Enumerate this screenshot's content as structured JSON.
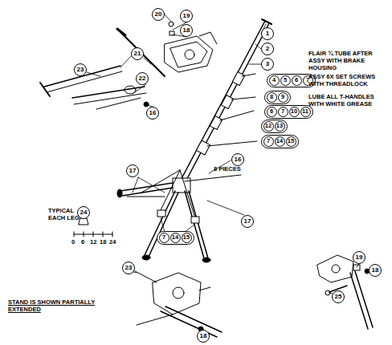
{
  "diagram": {
    "nodes": [
      {
        "text": [
          "20"
        ]
      },
      {
        "text": [
          "19"
        ]
      },
      {
        "text": [
          "1"
        ]
      },
      {
        "text": [
          "18"
        ]
      },
      {
        "text": [
          "2"
        ]
      },
      {
        "text": [
          "21"
        ]
      },
      {
        "text": [
          "3"
        ]
      },
      {
        "text": [
          "23"
        ]
      },
      {
        "text": [
          "22"
        ]
      },
      {
        "text": [
          "4",
          "5",
          "6",
          "7"
        ]
      },
      {
        "text": [
          "8",
          "9"
        ]
      },
      {
        "text": [
          "6",
          "7",
          "10",
          "11"
        ]
      },
      {
        "text": [
          "16"
        ]
      },
      {
        "text": [
          "12",
          "13"
        ]
      },
      {
        "text": [
          "7",
          "14",
          "15"
        ]
      },
      {
        "text": [
          "16"
        ]
      },
      {
        "text": [
          "17"
        ]
      },
      {
        "text": [
          "24"
        ]
      },
      {
        "text": [
          "17"
        ]
      },
      {
        "text": [
          "7",
          "14",
          "15"
        ]
      },
      {
        "text": [
          "19"
        ]
      },
      {
        "text": [
          "23"
        ]
      },
      {
        "text": [
          "18"
        ]
      },
      {
        "text": [
          "25"
        ]
      },
      {
        "text": [
          "18"
        ]
      }
    ],
    "labels": [
      "FLAIR ¾ TUBE AFTER ASSY WITH BRAKE HOUSING",
      "ASSY 6X SET SCREWS WITH THREADLOCK",
      "LUBE ALL T-HANDLES WITH WHITE GREASE",
      "8 PIECES",
      "TYPICAL EACH LEG",
      "0",
      "6",
      "12",
      "18",
      "24",
      "STAND IS SHOWN PARTIALLY EXTENDED"
    ]
  }
}
